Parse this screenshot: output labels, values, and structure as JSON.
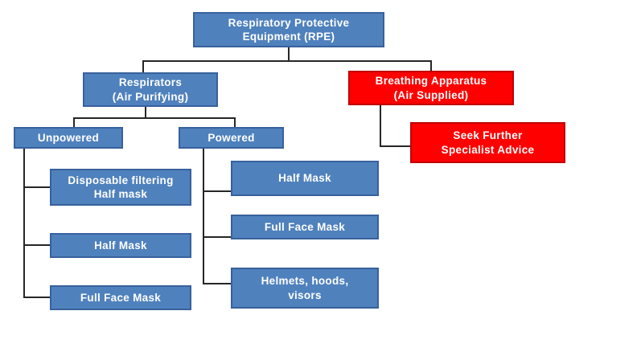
{
  "diagram": {
    "nodes": {
      "root": {
        "label": "Respiratory Protective\nEquipment (RPE)"
      },
      "respirators": {
        "label": "Respirators\n(Air Purifying)"
      },
      "breathing_apparatus": {
        "label": "Breathing Apparatus\n(Air Supplied)"
      },
      "seek_advice": {
        "label": "Seek Further\nSpecialist Advice"
      },
      "unpowered": {
        "label": "Unpowered"
      },
      "powered": {
        "label": "Powered"
      }
    },
    "unpowered_children": [
      {
        "label": "Disposable filtering\nHalf mask"
      },
      {
        "label": "Half Mask"
      },
      {
        "label": "Full Face Mask"
      }
    ],
    "powered_children": [
      {
        "label": "Half Mask"
      },
      {
        "label": "Full Face Mask"
      },
      {
        "label": "Helmets, hoods,\nvisors"
      }
    ],
    "colors": {
      "blue_fill": "#4f81bd",
      "blue_border": "#38619c",
      "red_fill": "#fe0000",
      "red_border": "#c00000",
      "connector": "#262626",
      "text": "#ffffff",
      "background": "#ffffff"
    }
  }
}
